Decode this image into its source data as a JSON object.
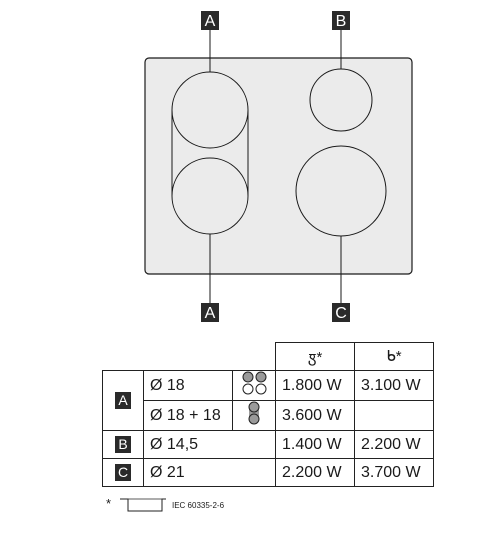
{
  "zones": {
    "top_left": "A",
    "top_right": "B",
    "bottom_left": "A",
    "bottom_right": "C"
  },
  "table": {
    "header": {
      "col1": "ꟑ*",
      "col2": "ᑲ*"
    },
    "rows": [
      {
        "zone": "A",
        "diameter": "Ø 18",
        "icon": "dual-zone-single-icon",
        "power1": "1.800 W",
        "power2": "3.100 W"
      },
      {
        "zone": "",
        "diameter": "Ø 18 + 18",
        "icon": "dual-zone-combined-icon",
        "power1": "3.600 W",
        "power2": ""
      },
      {
        "zone": "B",
        "diameter": "Ø 14,5",
        "icon": "",
        "power1": "1.400 W",
        "power2": "2.200 W"
      },
      {
        "zone": "C",
        "diameter": "Ø 21",
        "icon": "",
        "power1": "2.200 W",
        "power2": "3.700 W"
      }
    ]
  },
  "footnote": {
    "star": "*",
    "standard": "IEC 60335-2-6",
    "icon": "cookware-pan-icon"
  },
  "colors": {
    "hob_fill": "#ebebeb",
    "line": "#1a1a1a",
    "badge": "#2a2a2a",
    "icon_fill": "#9a9a9a"
  }
}
